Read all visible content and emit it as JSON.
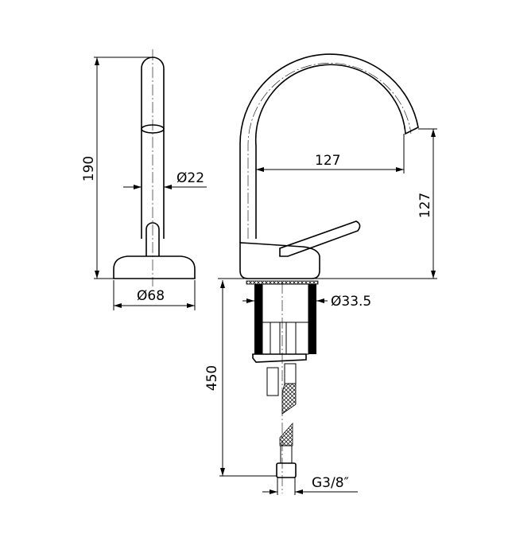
{
  "title": "Basin mixer technical drawing",
  "dimensions": {
    "side_height": "190",
    "spout_diameter": "Ø22",
    "base_diameter": "Ø68",
    "spout_reach": "127",
    "spout_height": "127",
    "shank_diameter": "Ø33.5",
    "hose_length": "450",
    "connection_thread": "G3/8″"
  }
}
